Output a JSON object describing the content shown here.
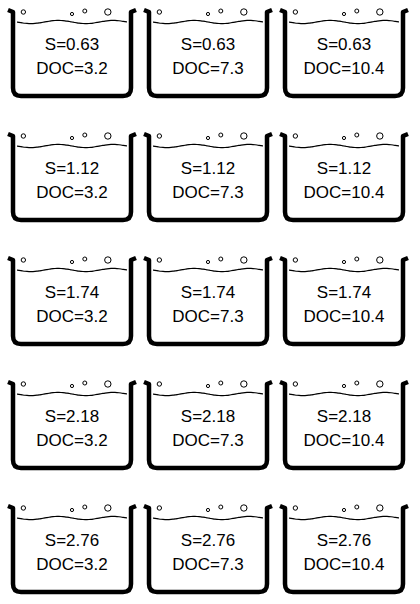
{
  "diagram": {
    "nodes": [
      {
        "text": [
          "S=0.63",
          "DOC=3.2"
        ]
      },
      {
        "text": [
          "S=0.63",
          "DOC=7.3"
        ]
      },
      {
        "text": [
          "S=0.63",
          "DOC=10.4"
        ]
      },
      {
        "text": [
          "S=1.12",
          "DOC=3.2"
        ]
      },
      {
        "text": [
          "S=1.12",
          "DOC=7.3"
        ]
      },
      {
        "text": [
          "S=1.12",
          "DOC=10.4"
        ]
      },
      {
        "text": [
          "S=1.74",
          "DOC=3.2"
        ]
      },
      {
        "text": [
          "S=1.74",
          "DOC=7.3"
        ]
      },
      {
        "text": [
          "S=1.74",
          "DOC=10.4"
        ]
      },
      {
        "text": [
          "S=2.18",
          "DOC=3.2"
        ]
      },
      {
        "text": [
          "S=2.18",
          "DOC=7.3"
        ]
      },
      {
        "text": [
          "S=2.18",
          "DOC=10.4"
        ]
      },
      {
        "text": [
          "S=2.76",
          "DOC=3.2"
        ]
      },
      {
        "text": [
          "S=2.76",
          "DOC=7.3"
        ]
      },
      {
        "text": [
          "S=2.76",
          "DOC=10.4"
        ]
      }
    ]
  }
}
